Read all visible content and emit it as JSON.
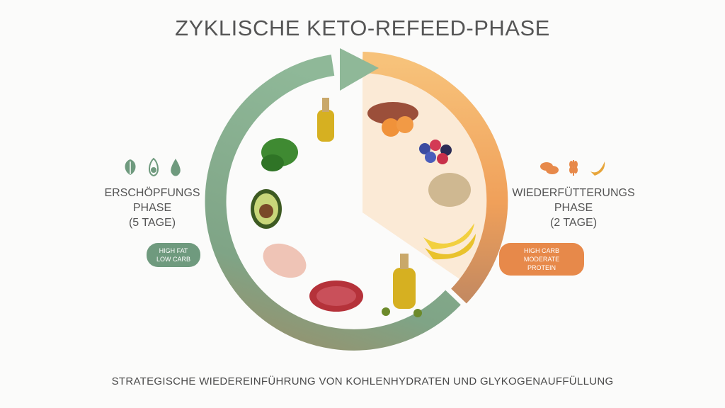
{
  "title": "ZYKLISCHE KETO-REFEED-PHASE",
  "left_phase": {
    "name_line1": "ERSCHÖPFUNGS",
    "name_line2": "PHASE",
    "duration": "(5 TAGE)",
    "badge_line1": "HIGH FAT",
    "badge_line2": "LOW CARB",
    "icons": [
      "spinach-icon",
      "avocado-icon",
      "oil-drop-icon"
    ],
    "color": "#6f9a7e"
  },
  "right_phase": {
    "name_line1": "WIEDERFÜTTERUNGS",
    "name_line2": "PHASE",
    "duration": "(2 TAGE)",
    "badge_line1": "HIGH CARB",
    "badge_line2": "MODERATE PROTEIN",
    "icons": [
      "potato-icon",
      "wheat-icon",
      "banana-icon"
    ],
    "color": "#e7894a"
  },
  "left_foods": [
    "olive-oil",
    "spinach",
    "avocado",
    "chicken",
    "steak",
    "olive-oil-with-olives"
  ],
  "right_foods": [
    "sweet-potato",
    "berries",
    "quinoa",
    "bananas"
  ],
  "footer": "STRATEGISCHE WIEDEREINFÜHRUNG VON KOHLENHYDRATEN UND GLYKOGENAUFFÜLLUNG"
}
